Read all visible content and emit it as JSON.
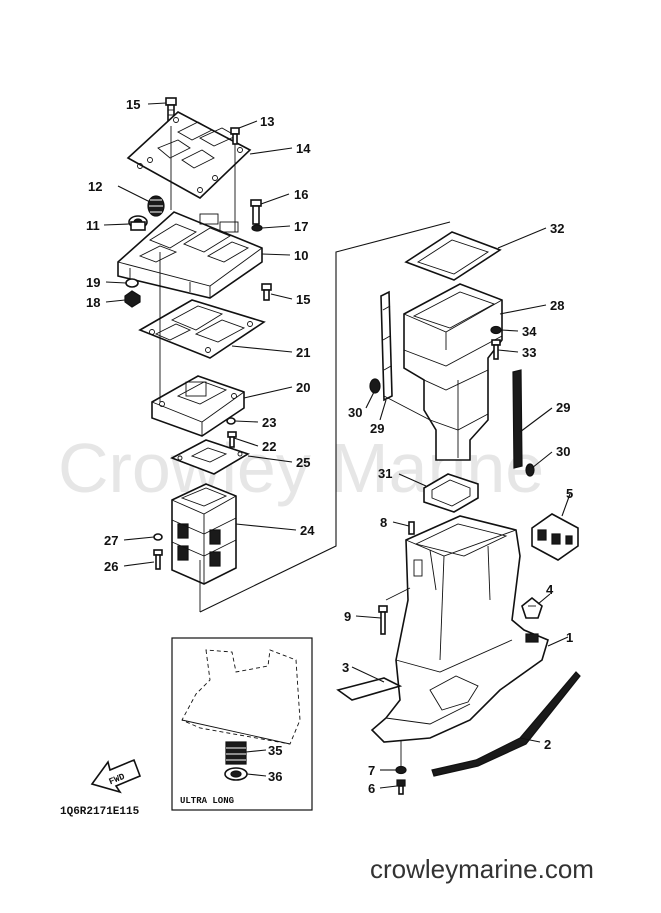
{
  "watermark": "Crowley Marine",
  "site_text": "crowleymarine.com",
  "diagram_code": "1Q6R2171E115",
  "inset_label": "ULTRA LONG",
  "fwd_label": "FWD",
  "callouts": {
    "c1": "1",
    "c2": "2",
    "c3": "3",
    "c4": "4",
    "c5": "5",
    "c6": "6",
    "c7": "7",
    "c8": "8",
    "c9": "9",
    "c10": "10",
    "c11": "11",
    "c12": "12",
    "c13": "13",
    "c14": "14",
    "c15a": "15",
    "c15b": "15",
    "c16": "16",
    "c17": "17",
    "c18": "18",
    "c19": "19",
    "c20": "20",
    "c21": "21",
    "c22": "22",
    "c23": "23",
    "c24": "24",
    "c25": "25",
    "c26": "26",
    "c27": "27",
    "c28": "28",
    "c29a": "29",
    "c29b": "29",
    "c30a": "30",
    "c30b": "30",
    "c31": "31",
    "c32": "32",
    "c33": "33",
    "c34": "34",
    "c35": "35",
    "c36": "36"
  }
}
